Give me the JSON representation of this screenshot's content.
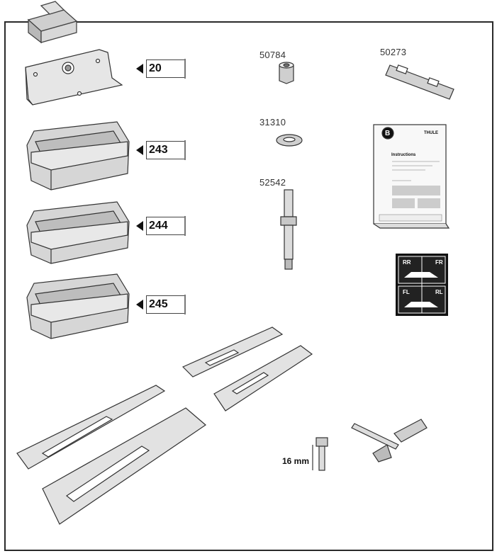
{
  "tags": [
    {
      "id": "tag-20",
      "label": "20"
    },
    {
      "id": "tag-243",
      "label": "243"
    },
    {
      "id": "tag-244",
      "label": "244"
    },
    {
      "id": "tag-245",
      "label": "245"
    }
  ],
  "parts": {
    "nut": "50784",
    "washer": "31310",
    "bolt": "52542",
    "wrench": "50273"
  },
  "screw_length": "16 mm",
  "manual": {
    "badge": "B",
    "brand": "THULE",
    "heading": "Instructions"
  },
  "sticker": {
    "top_left": "RR",
    "top_right": "FR",
    "bottom_left": "FL",
    "bottom_right": "RL"
  }
}
